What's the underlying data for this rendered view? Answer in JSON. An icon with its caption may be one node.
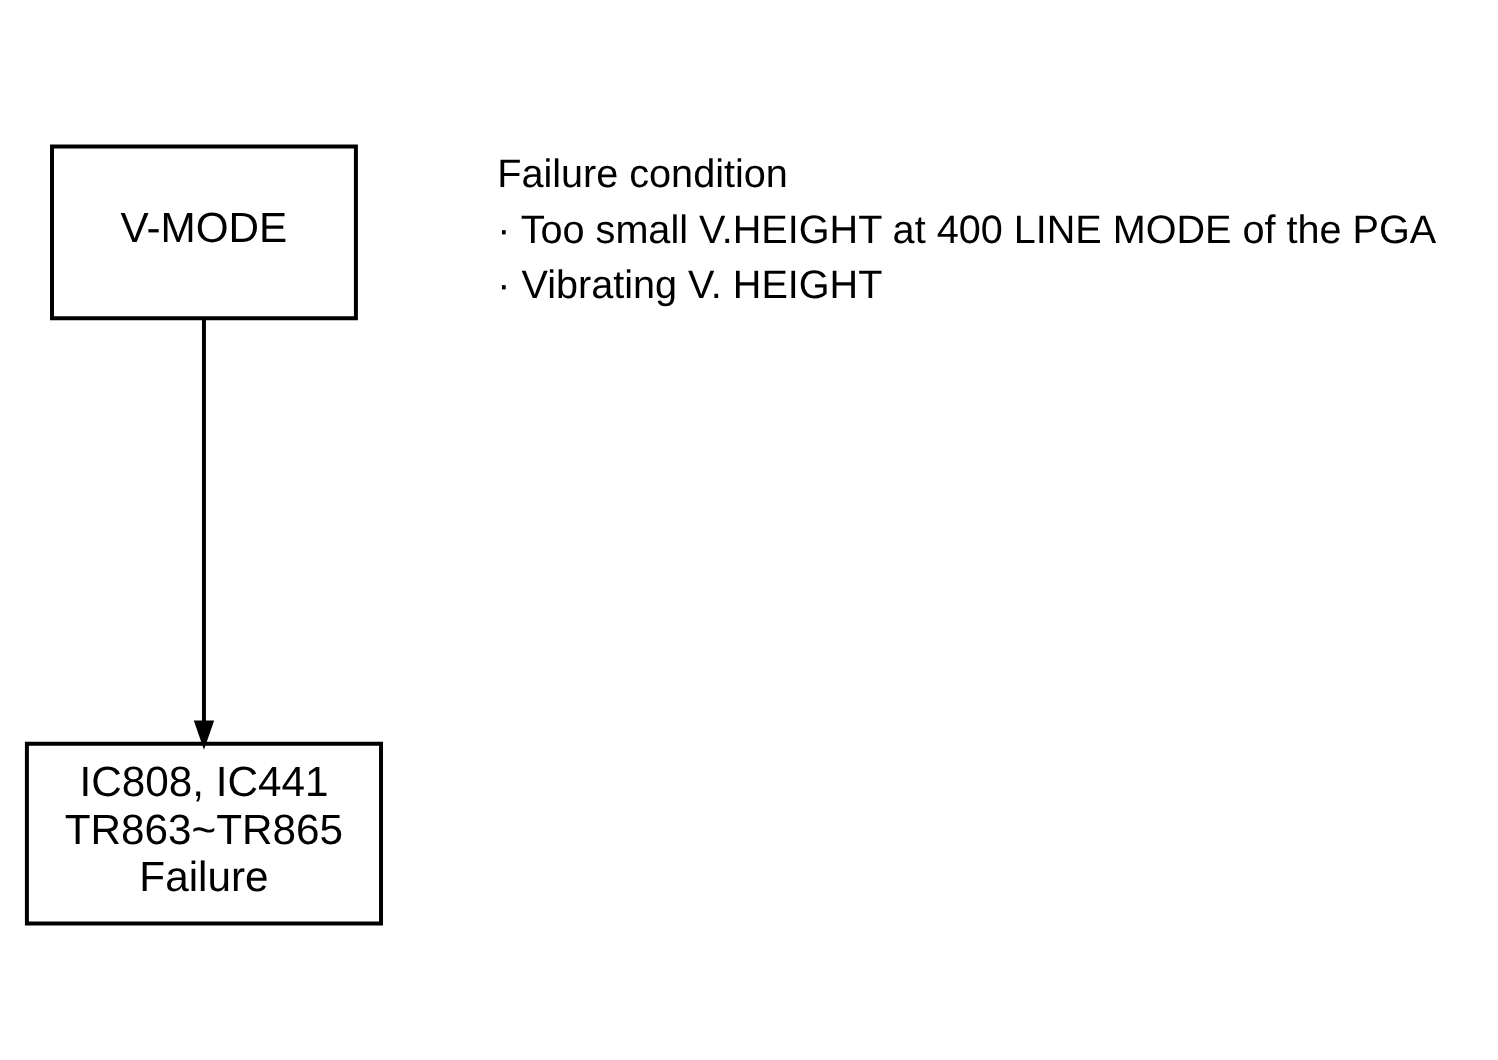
{
  "diagram": {
    "nodes": [
      {
        "text": [
          "V-MODE"
        ]
      },
      {
        "text": [
          "IC808, IC441",
          "TR863~TR865",
          "Failure"
        ]
      }
    ],
    "edges": [
      {
        "from": 0,
        "to": 1,
        "arrow": "to"
      }
    ],
    "labels": [
      "Failure condition",
      "· Too small V.HEIGHT at 400 LINE MODE of the PGA",
      "· Vibrating V. HEIGHT"
    ]
  }
}
